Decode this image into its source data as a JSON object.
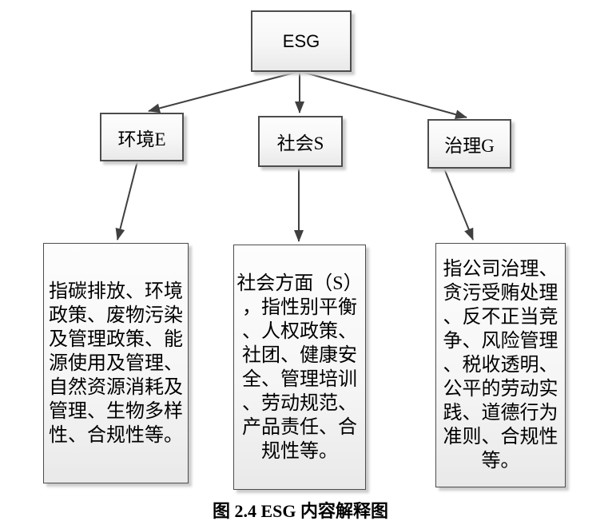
{
  "page": {
    "caption": "图 2.4 ESG 内容解释图"
  },
  "colors": {
    "background": "#ffffff",
    "box_border": "#4d4d4d",
    "box_fill_top": "#fdfdfd",
    "box_fill_bottom": "#e9e9e9",
    "box_shadow": "#cccccc",
    "arrow": "#404040",
    "text": "#000000"
  },
  "nodes": {
    "root": {
      "label": "ESG"
    },
    "branches": [
      {
        "label": "环境E"
      },
      {
        "label": "社会S"
      },
      {
        "label": "治理G"
      }
    ],
    "details": [
      {
        "text": "指碳排放、环境\n政策、废物污染\n及管理政策、能\n源使用及管理、\n自然资源消耗及\n管理、生物多样\n性、合规性等。"
      },
      {
        "text": "社会方面（S）\n，指性别平衡\n、人权政策、\n社团、健康安\n全、管理培训\n、劳动规范、\n产品责任、合\n规性等。"
      },
      {
        "text": "指公司治理、\n贪污受贿处理\n、反不正当竞\n争、风险管理\n、税收透明、\n公平的劳动实\n践、道德行为\n准则、合规性\n等。"
      }
    ]
  }
}
